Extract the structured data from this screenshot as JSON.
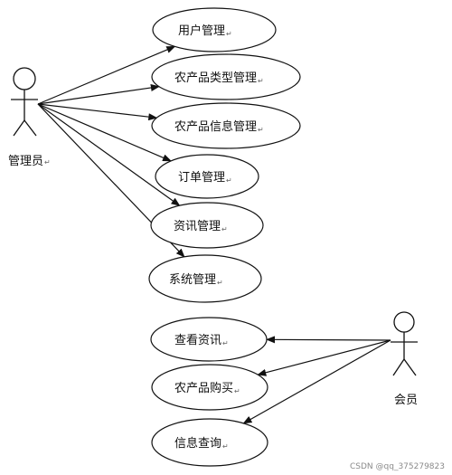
{
  "actors": {
    "admin": {
      "label": "管理员"
    },
    "member": {
      "label": "会员"
    }
  },
  "use_cases": [
    {
      "id": "user-mgmt",
      "label": "用户管理",
      "actor": "admin"
    },
    {
      "id": "product-type-mgmt",
      "label": "农产品类型管理",
      "actor": "admin"
    },
    {
      "id": "product-info-mgmt",
      "label": "农产品信息管理",
      "actor": "admin"
    },
    {
      "id": "order-mgmt",
      "label": "订单管理",
      "actor": "admin"
    },
    {
      "id": "news-mgmt",
      "label": "资讯管理",
      "actor": "admin"
    },
    {
      "id": "system-mgmt",
      "label": "系统管理",
      "actor": "admin"
    },
    {
      "id": "view-news",
      "label": "查看资讯",
      "actor": "member"
    },
    {
      "id": "buy-product",
      "label": "农产品购买",
      "actor": "member"
    },
    {
      "id": "info-query",
      "label": "信息查询",
      "actor": "member"
    }
  ],
  "paragraph_mark": "↵",
  "watermark": "CSDN @qq_375279823"
}
